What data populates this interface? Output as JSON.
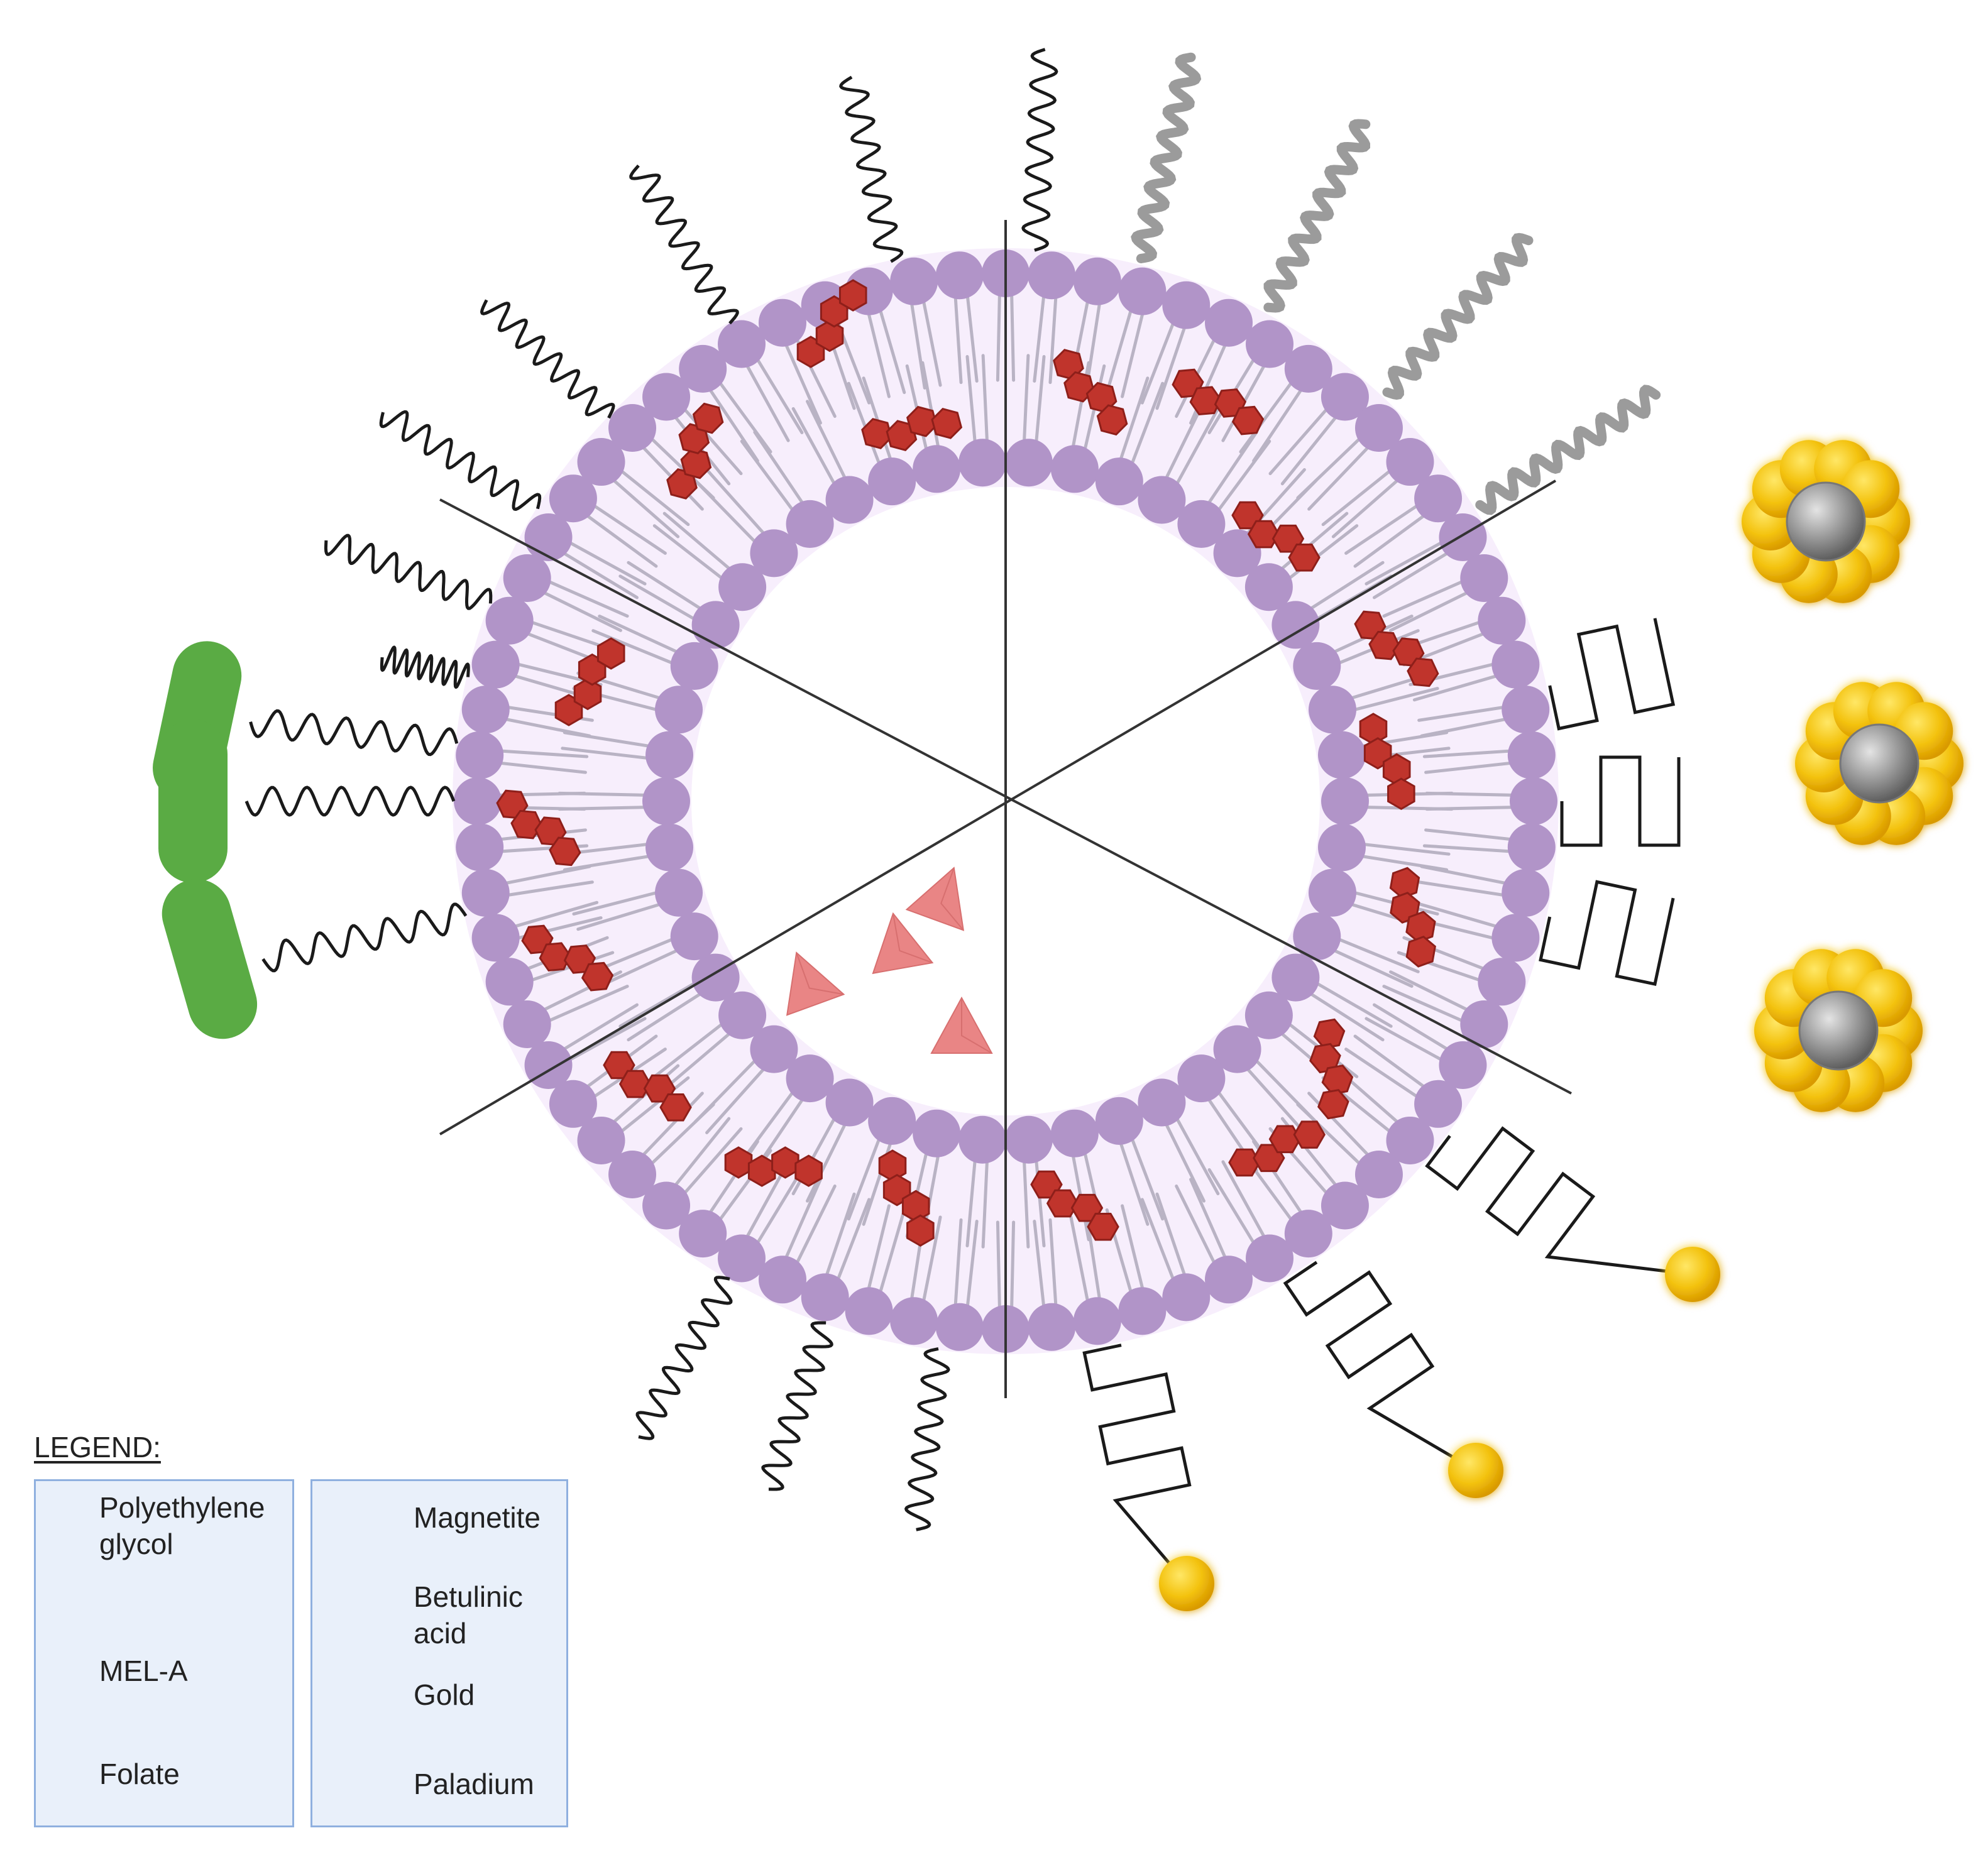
{
  "legend": {
    "title": "LEGEND:",
    "left_items": [
      {
        "icon": "peg-squiggle-icon",
        "line1": "Polyethylene",
        "line2": "glycol"
      },
      {
        "icon": "mel-a-square-wave-icon",
        "line1": "MEL-A"
      },
      {
        "icon": "folate-capsule-icon",
        "line1": "Folate"
      }
    ],
    "right_items": [
      {
        "icon": "magnetite-triangle-icon",
        "line1": "Magnetite"
      },
      {
        "icon": "betulinic-acid-hexagon-chain-icon",
        "line1": "Betulinic",
        "line2": "acid"
      },
      {
        "icon": "gold-sphere-icon",
        "line1": "Gold"
      },
      {
        "icon": "palladium-sphere-icon",
        "line1": "Paladium"
      }
    ]
  },
  "colors": {
    "lipid_head": "#b194c8",
    "lipid_tail": "#b9b3c4",
    "membrane_fill": "#f7eefc",
    "betulinic_acid": "#c0342c",
    "magnetite": "#e98585",
    "gold": "#f3c20e",
    "palladium": "#8d8d8d",
    "folate": "#5aab44",
    "legend_background": "#e9f0fa",
    "legend_border": "#8fb0df"
  }
}
